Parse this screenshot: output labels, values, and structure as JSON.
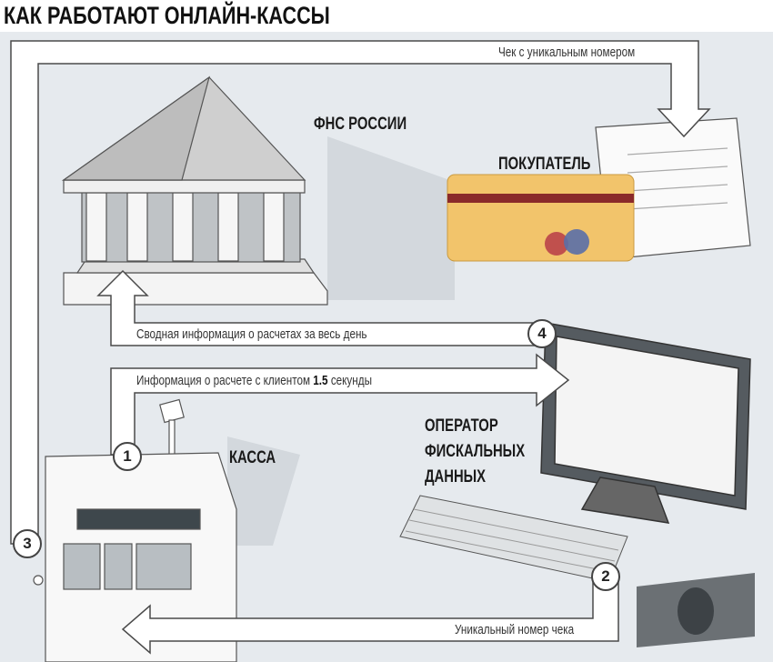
{
  "title": "КАК РАБОТАЮТ ОНЛАЙН-КАССЫ",
  "labels": {
    "fns": "ФНС РОССИИ",
    "buyer": "ПОКУПАТЕЛЬ",
    "register": "КАССА",
    "ofd_line1": "ОПЕРАТОР",
    "ofd_line2": "ФИСКАЛЬНЫХ",
    "ofd_line3": "ДАННЫХ"
  },
  "flows": {
    "receipt": "Чек с уникальным номером",
    "summary": "Сводная информация о расчетах за весь день",
    "info_prefix": "Информация о расчете с клиентом",
    "info_value": "1.5",
    "info_suffix": "секунды",
    "unique": "Уникальный номер чека"
  },
  "steps": [
    "1",
    "2",
    "3",
    "4"
  ],
  "colors": {
    "background": "#e6eaee",
    "band": "#ffffff",
    "outline": "#4a4a4a",
    "card": "#f2c46b",
    "card_stripe": "#8a2a2a"
  }
}
